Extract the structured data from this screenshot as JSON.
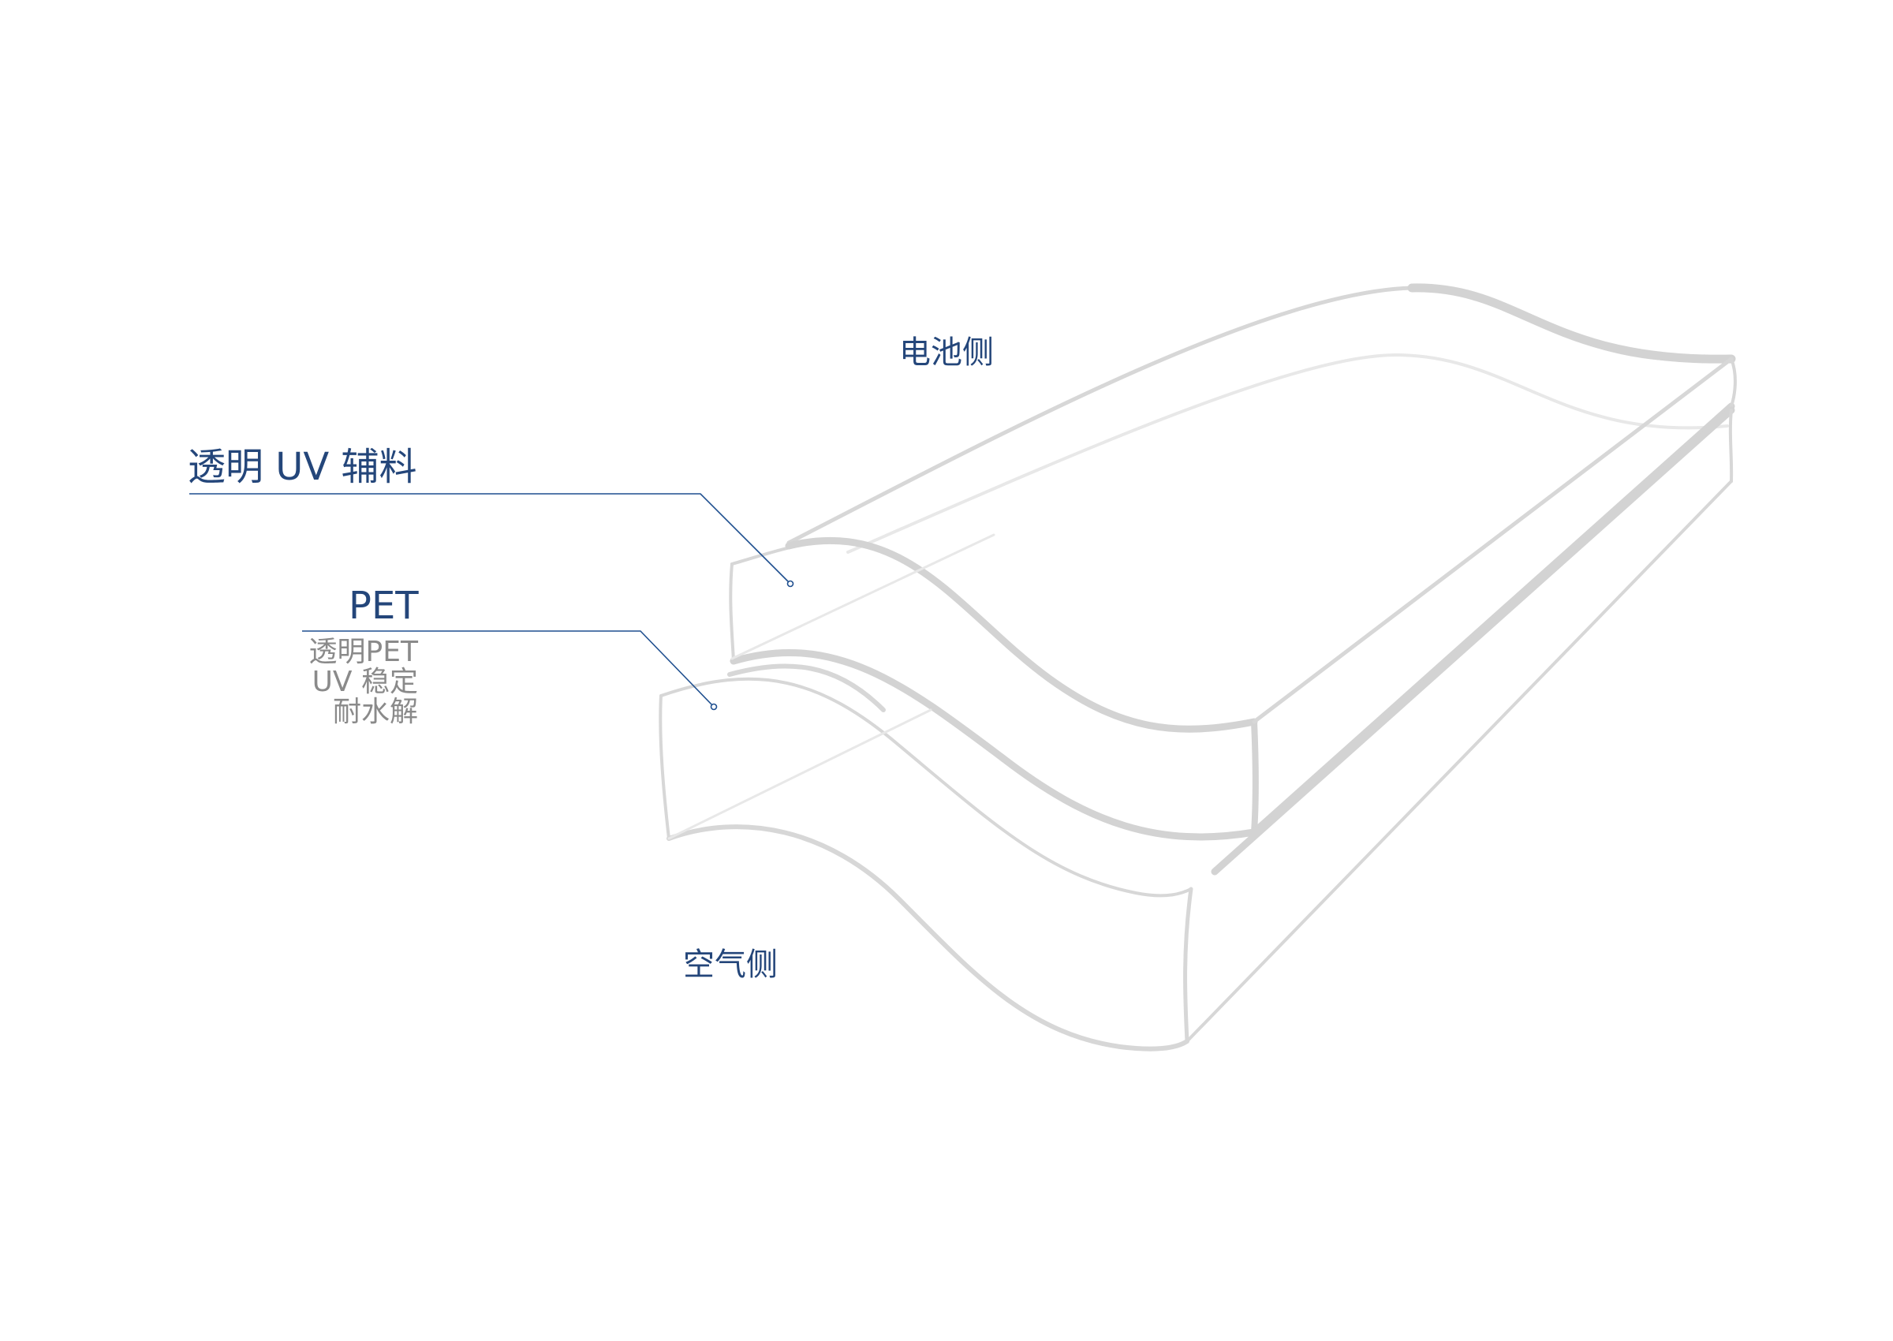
{
  "labels": {
    "battery_side": "电池侧",
    "air_side": "空气侧"
  },
  "layers": [
    {
      "title": "透明 UV 辅料",
      "properties": []
    },
    {
      "title": "PET",
      "properties": [
        "透明PET",
        "UV 稳定",
        "耐水解"
      ]
    }
  ],
  "colors": {
    "accent": "#24467a",
    "leader_line": "#1f4f8f",
    "outline": "#d7d7d7",
    "secondary_text": "#8a8a8a"
  }
}
